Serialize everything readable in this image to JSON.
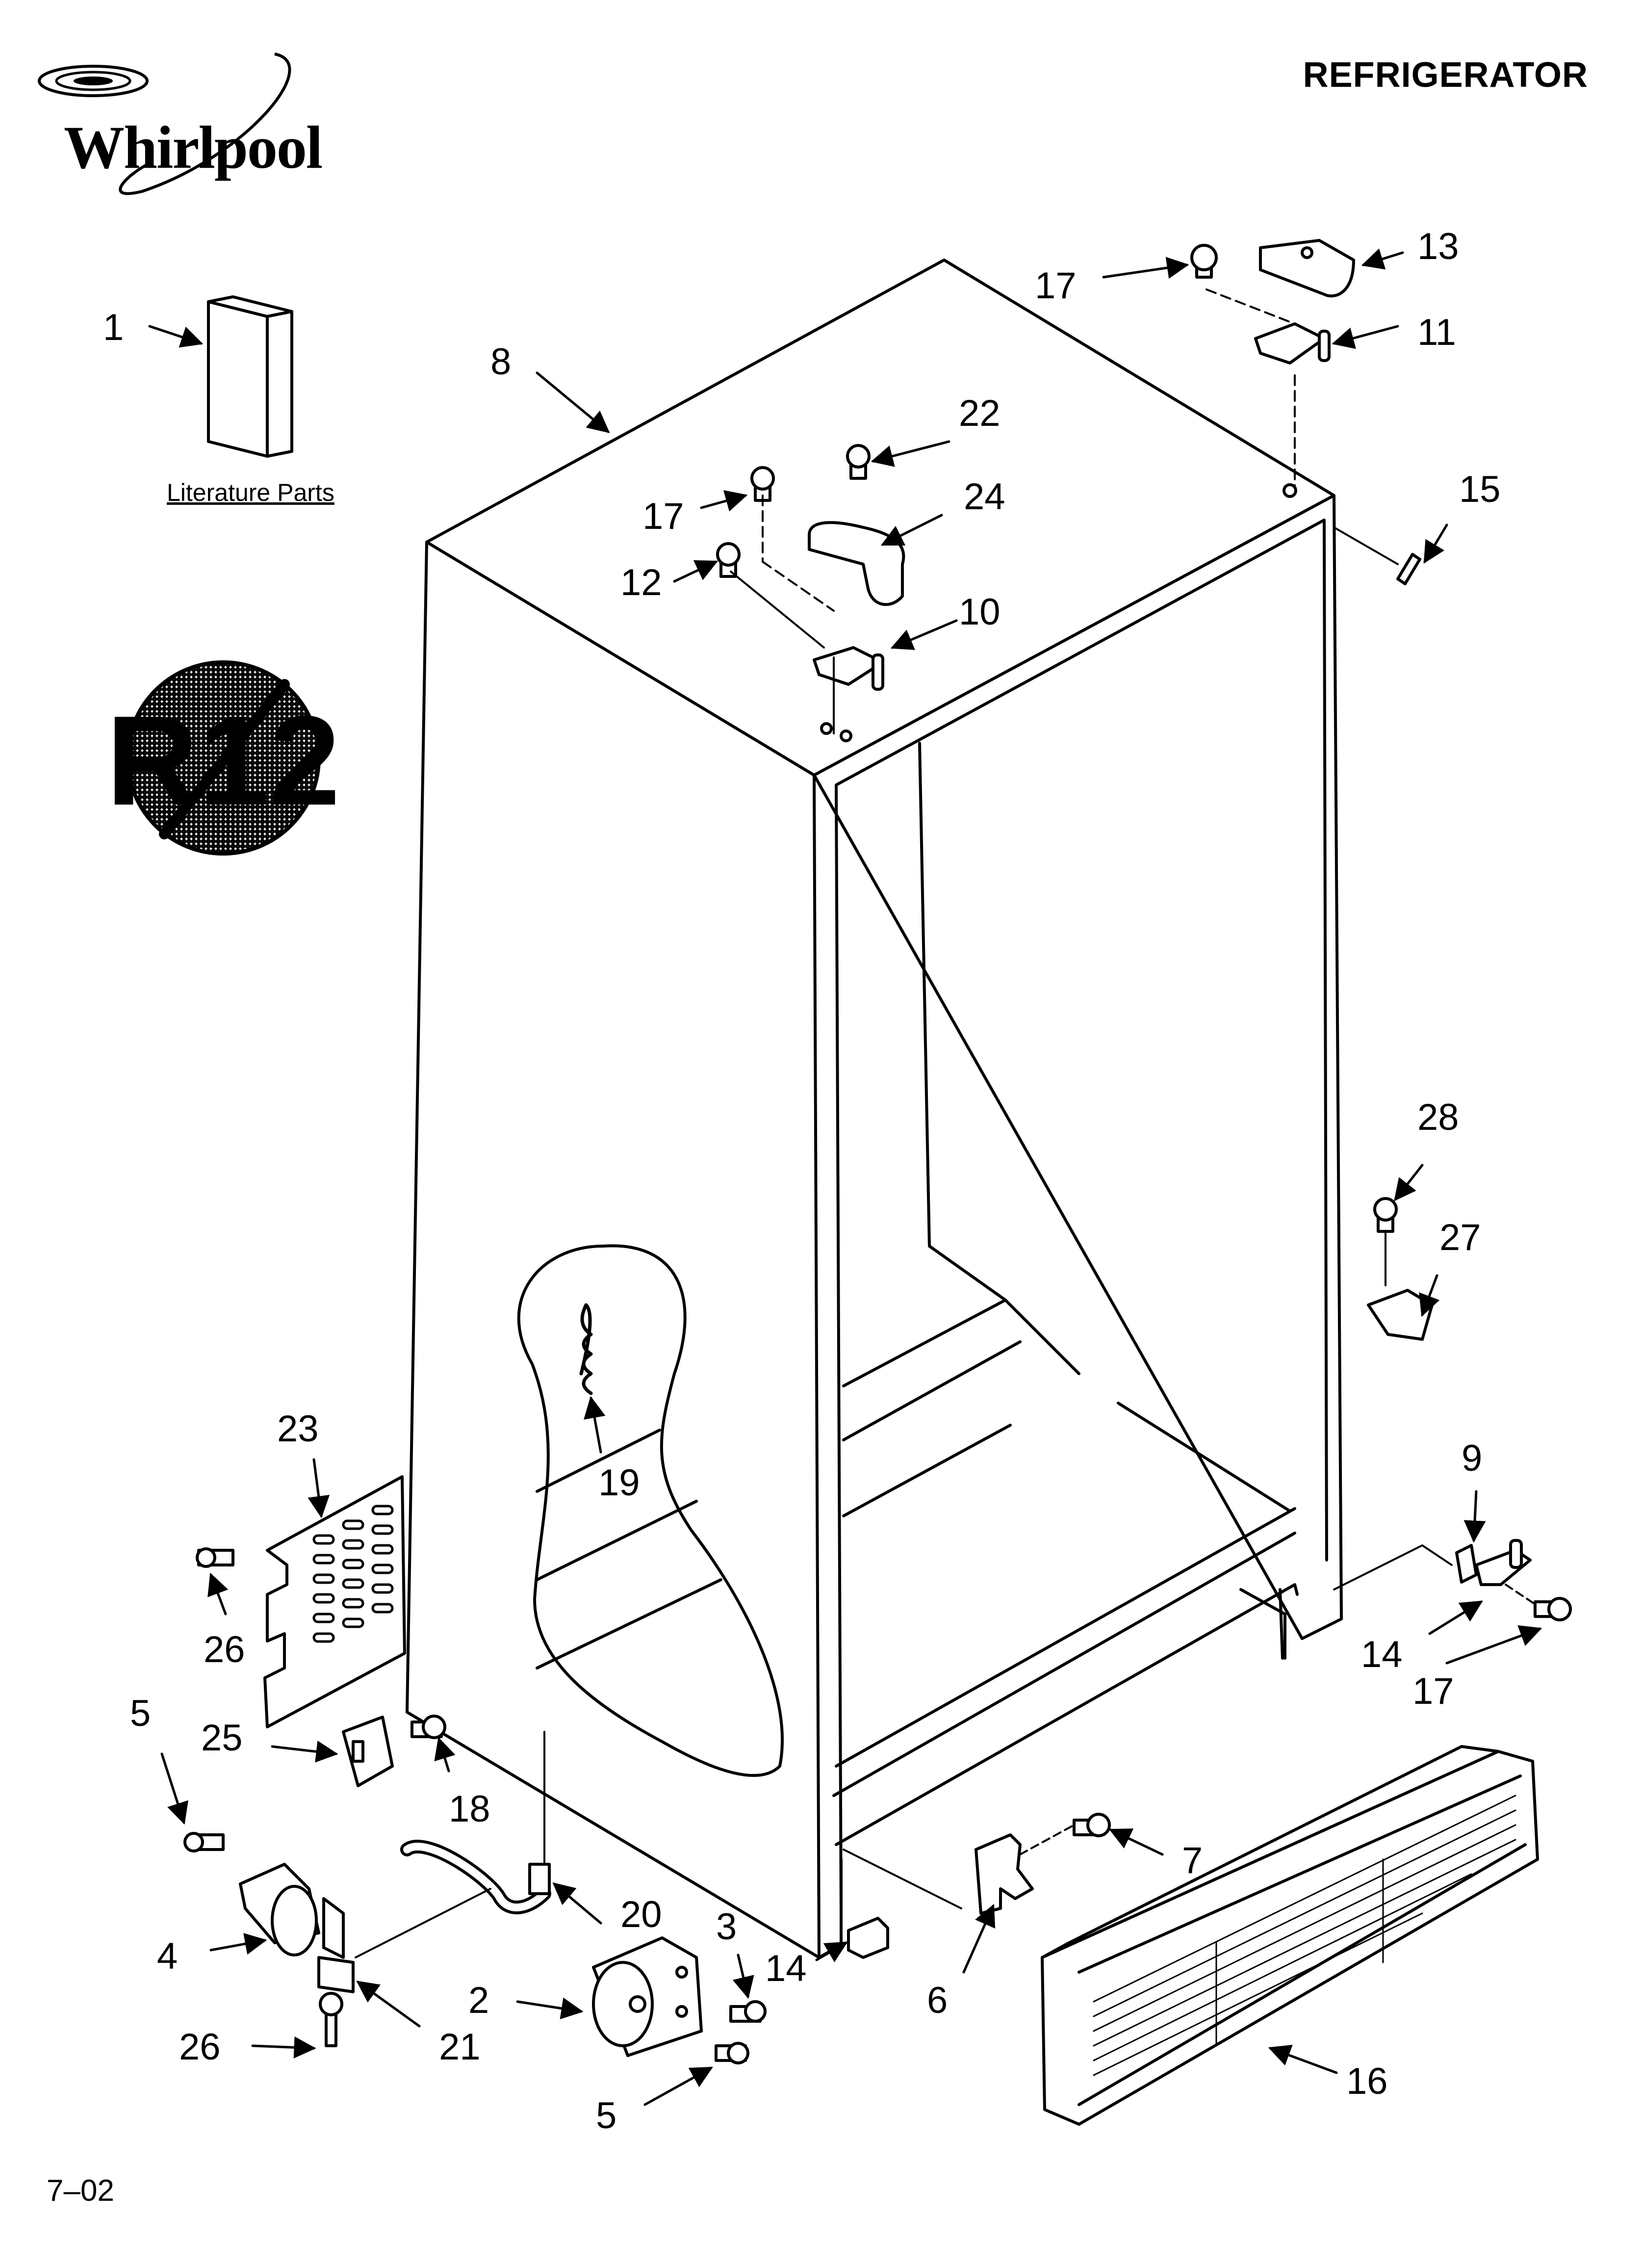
{
  "header": {
    "brand": "Whirlpool",
    "title": "REFRIGERATOR"
  },
  "footer": {
    "code": "7–02"
  },
  "literature_label": "Literature Parts",
  "r12_badge": "R12",
  "callouts": [
    {
      "id": "c1",
      "label": "1"
    },
    {
      "id": "c8",
      "label": "8"
    },
    {
      "id": "c17a",
      "label": "17"
    },
    {
      "id": "c13",
      "label": "13"
    },
    {
      "id": "c11",
      "label": "11"
    },
    {
      "id": "c22",
      "label": "22"
    },
    {
      "id": "c24",
      "label": "24"
    },
    {
      "id": "c17b",
      "label": "17"
    },
    {
      "id": "c12",
      "label": "12"
    },
    {
      "id": "c10",
      "label": "10"
    },
    {
      "id": "c15",
      "label": "15"
    },
    {
      "id": "c28",
      "label": "28"
    },
    {
      "id": "c27",
      "label": "27"
    },
    {
      "id": "c23",
      "label": "23"
    },
    {
      "id": "c19",
      "label": "19"
    },
    {
      "id": "c9",
      "label": "9"
    },
    {
      "id": "c26a",
      "label": "26"
    },
    {
      "id": "c14a",
      "label": "14"
    },
    {
      "id": "c17c",
      "label": "17"
    },
    {
      "id": "c5a",
      "label": "5"
    },
    {
      "id": "c25",
      "label": "25"
    },
    {
      "id": "c18",
      "label": "18"
    },
    {
      "id": "c7",
      "label": "7"
    },
    {
      "id": "c20",
      "label": "20"
    },
    {
      "id": "c3",
      "label": "3"
    },
    {
      "id": "c4",
      "label": "4"
    },
    {
      "id": "c2",
      "label": "2"
    },
    {
      "id": "c14b",
      "label": "14"
    },
    {
      "id": "c6",
      "label": "6"
    },
    {
      "id": "c26b",
      "label": "26"
    },
    {
      "id": "c21",
      "label": "21"
    },
    {
      "id": "c16",
      "label": "16"
    },
    {
      "id": "c5b",
      "label": "5"
    }
  ]
}
